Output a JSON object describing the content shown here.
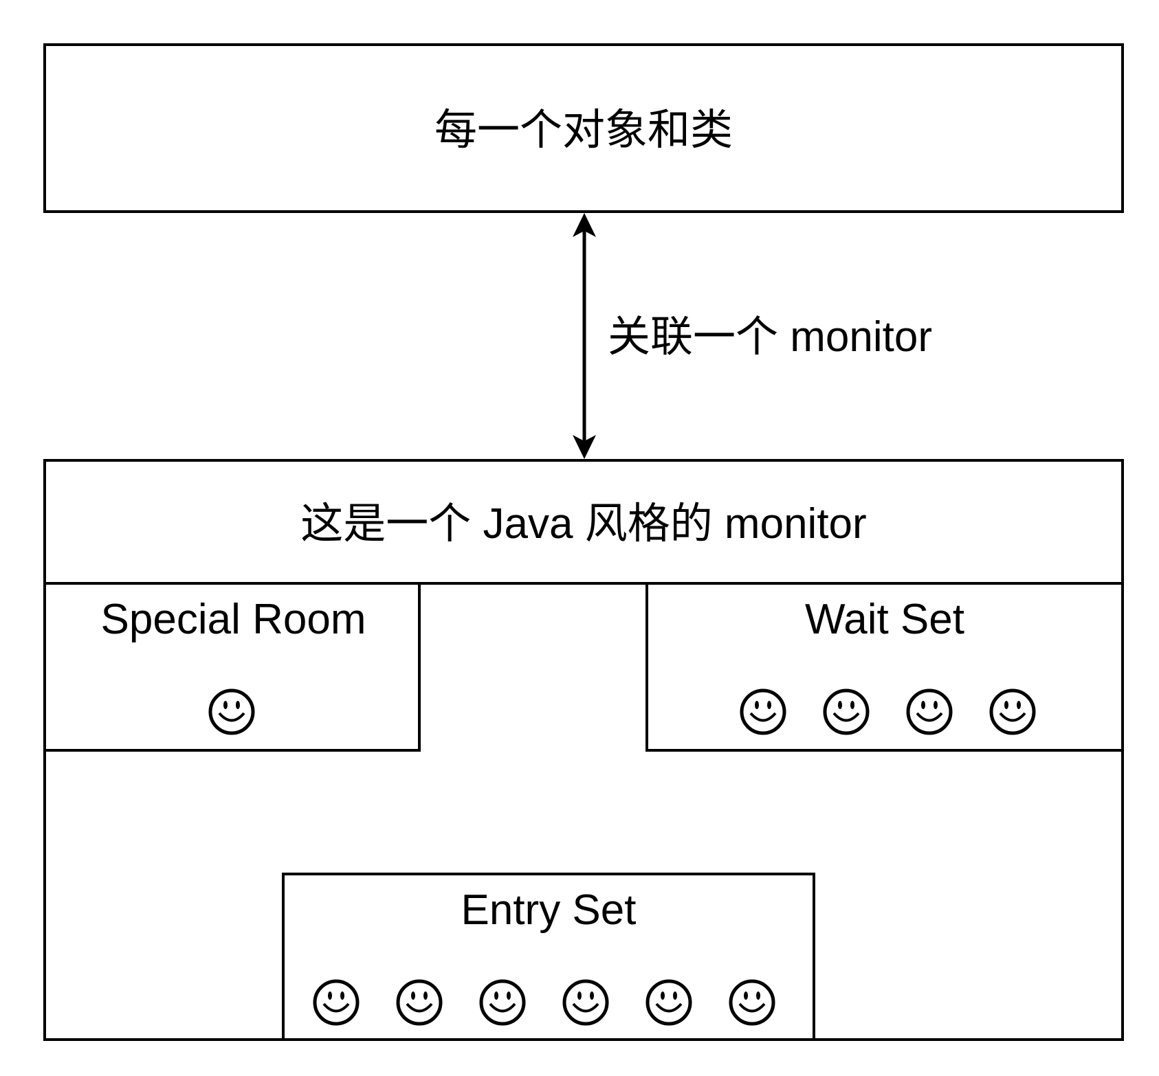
{
  "top_box": {
    "label": "每一个对象和类"
  },
  "connector": {
    "label": "关联一个 monitor"
  },
  "monitor": {
    "title": "这是一个 Java 风格的 monitor",
    "special_room": {
      "label": "Special Room",
      "threads": 1
    },
    "wait_set": {
      "label": "Wait Set",
      "threads": 4
    },
    "entry_set": {
      "label": "Entry Set",
      "threads": 6
    }
  },
  "colors": {
    "stroke": "#000000",
    "background": "#ffffff"
  },
  "icon": "smiley-face-icon"
}
